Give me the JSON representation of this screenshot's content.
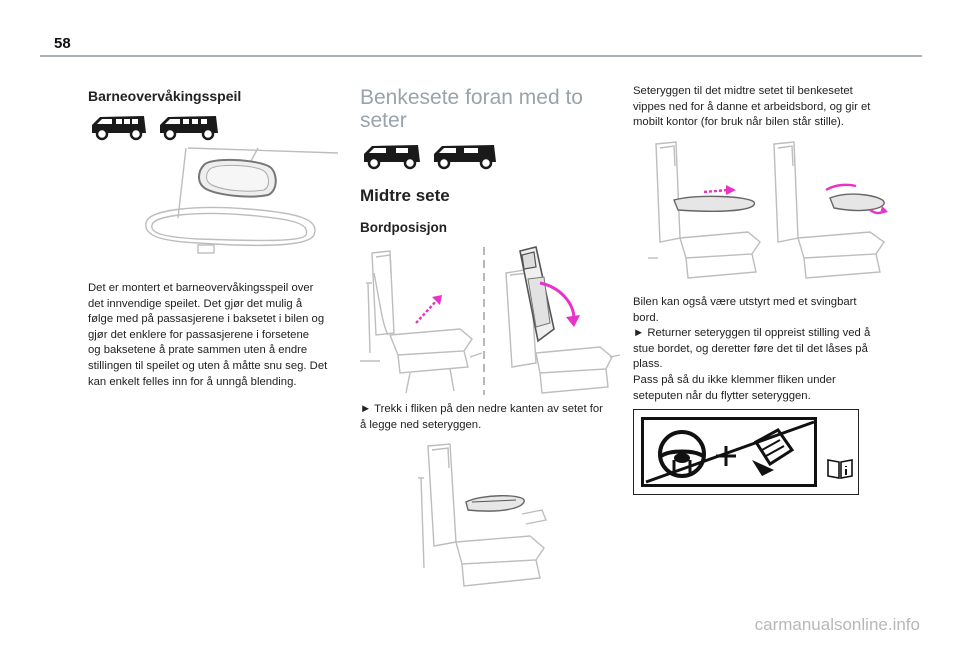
{
  "page": {
    "number": "58"
  },
  "left_column": {
    "heading": "Barneovervåkingsspeil",
    "paragraph": "Det er montert et barneovervåkingsspeil over\ndet innvendige speilet. Det gjør det mulig å\nfølge med på passasjerene i baksetet i bilen og\ngjør det enklere for passasjerene i forsetene\nog baksetene å prate sammen uten å endre\nstillingen til speilet og uten å måtte snu seg. Det\nkan enkelt felles inn for å unngå blending."
  },
  "middle_column": {
    "title": "Benkesete foran med to\nseter",
    "section_heading": "Midtre sete",
    "subsection_heading": "Bordposisjon",
    "instruction": "►  Trekk i fliken på den nedre kanten av setet for\nå legge ned seteryggen."
  },
  "right_column": {
    "intro": "Seteryggen til det midtre setet til benkesetet\nvippes ned for å danne et arbeidsbord, og gir et\nmobilt kontor (for bruk når bilen står stille).",
    "paragraph": "Bilen kan også være utstyrt med et svingbart\nbord.\n►  Returner seteryggen til oppreist stilling ved å\nstue bordet, og deretter føre det til det låses på\nplass.\nPass på så du ikke klemmer fliken under\nseteputen når du flytter seteryggen."
  },
  "footer": {
    "watermark": "carmanualsonline.info"
  },
  "colors": {
    "accent_magenta": "#e832c8",
    "rule": "#aab1b8",
    "title_gray": "#9aa3ab"
  },
  "icons": [
    "van-short-icon",
    "van-long-icon",
    "steering-wheel-icon",
    "airbag-seat-icon",
    "manual-info-icon"
  ]
}
